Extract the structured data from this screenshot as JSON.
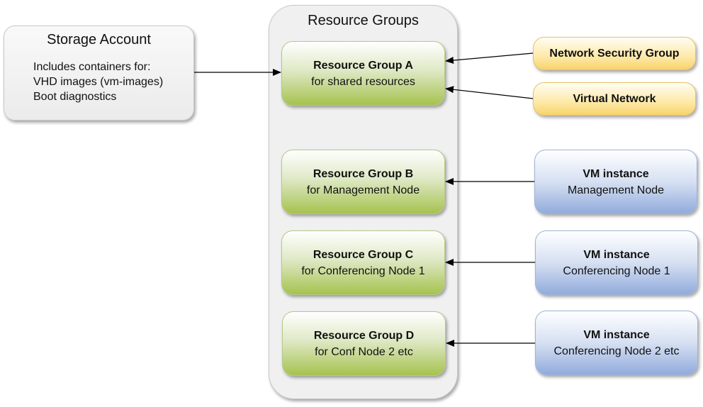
{
  "storage_account": {
    "title": "Storage Account",
    "lines": [
      "Includes containers for:",
      "VHD images (vm-images)",
      "Boot diagnostics"
    ]
  },
  "resource_groups": {
    "title": "Resource Groups",
    "groups": [
      {
        "name": "Resource Group A",
        "desc": "for shared resources"
      },
      {
        "name": "Resource Group B",
        "desc": "for Management Node"
      },
      {
        "name": "Resource Group C",
        "desc": "for Conferencing Node 1"
      },
      {
        "name": "Resource Group D",
        "desc": "for Conf Node 2 etc"
      }
    ]
  },
  "network": [
    {
      "label": "Network Security Group"
    },
    {
      "label": "Virtual Network"
    }
  ],
  "vms": [
    {
      "title": "VM instance",
      "desc": "Management Node"
    },
    {
      "title": "VM instance",
      "desc": "Conferencing Node 1"
    },
    {
      "title": "VM instance",
      "desc": "Conferencing Node 2 etc"
    }
  ],
  "colors": {
    "resource_group_fill": "#a6c24f",
    "network_fill": "#f8d36b",
    "vm_fill": "#92abdc",
    "container_fill": "#f0f0f0"
  }
}
